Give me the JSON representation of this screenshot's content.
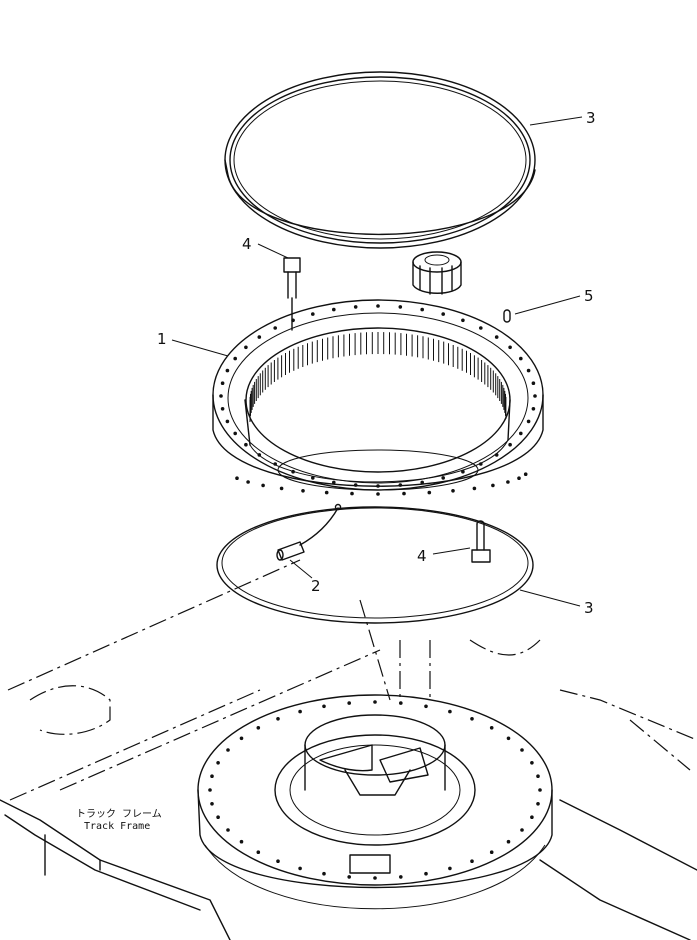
{
  "diagram": {
    "callouts": [
      {
        "id": "ring-gear",
        "label": "1"
      },
      {
        "id": "grease-fitting",
        "label": "2"
      },
      {
        "id": "seal-upper",
        "label": "3"
      },
      {
        "id": "seal-lower",
        "label": "3"
      },
      {
        "id": "bolt-upper",
        "label": "4"
      },
      {
        "id": "bolt-lower",
        "label": "4"
      },
      {
        "id": "dowel",
        "label": "5"
      }
    ],
    "track_frame": {
      "label_jp": "トラック フレーム",
      "label_en": "Track Frame"
    },
    "colors": {
      "ink": "#111111",
      "paper": "#ffffff"
    }
  }
}
